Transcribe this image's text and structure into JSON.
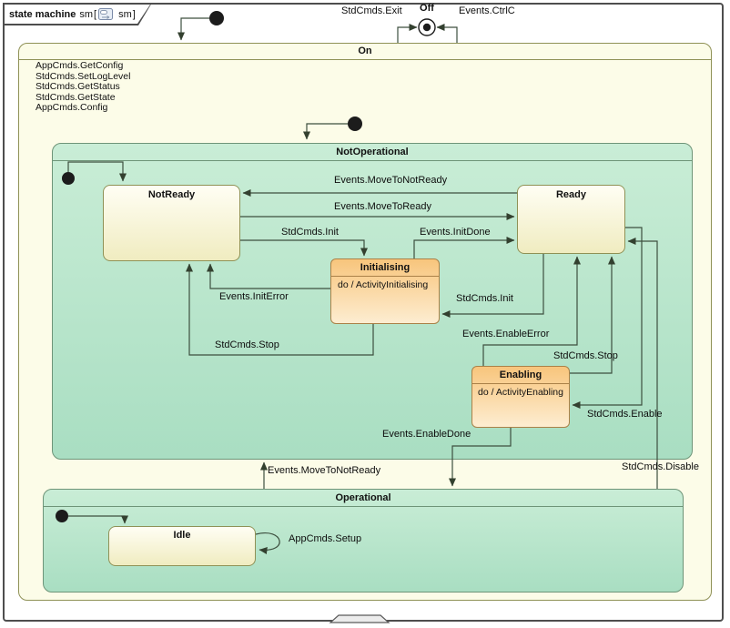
{
  "frame": {
    "type_label": "state machine",
    "name": "sm",
    "bracket_open": "[",
    "diagram_name": "sm",
    "bracket_close": "]"
  },
  "states": {
    "off": {
      "name": "Off"
    },
    "on": {
      "name": "On",
      "internal_transitions": [
        "AppCmds.GetConfig",
        "StdCmds.SetLogLevel",
        "StdCmds.GetStatus",
        "StdCmds.GetState",
        "AppCmds.Config"
      ]
    },
    "not_operational": {
      "name": "NotOperational"
    },
    "not_ready": {
      "name": "NotReady"
    },
    "ready": {
      "name": "Ready"
    },
    "initialising": {
      "name": "Initialising",
      "do_activity": "do / ActivityInitialising"
    },
    "enabling": {
      "name": "Enabling",
      "do_activity": "do / ActivityEnabling"
    },
    "operational": {
      "name": "Operational"
    },
    "idle": {
      "name": "Idle"
    }
  },
  "transitions": [
    {
      "label": "StdCmds.Exit"
    },
    {
      "label": "Events.CtrlC"
    },
    {
      "label": "Events.MoveToNotReady"
    },
    {
      "label": "Events.MoveToReady"
    },
    {
      "label": "StdCmds.Init"
    },
    {
      "label": "Events.InitDone"
    },
    {
      "label": "Events.InitError"
    },
    {
      "label": "StdCmds.Stop"
    },
    {
      "label": "StdCmds.Init"
    },
    {
      "label": "Events.EnableError"
    },
    {
      "label": "StdCmds.Stop"
    },
    {
      "label": "StdCmds.Enable"
    },
    {
      "label": "Events.EnableDone"
    },
    {
      "label": "Events.MoveToNotReady"
    },
    {
      "label": "StdCmds.Disable"
    },
    {
      "label": "AppCmds.Setup"
    }
  ],
  "colors": {
    "on_fill": "#fcfce8",
    "green_top": "#c9edd6",
    "green_bottom": "#a9dec2",
    "green_border": "#6e9478",
    "cream_top": "#fffef4",
    "cream_bottom": "#f0ecc0",
    "cream_border": "#8f9156",
    "orange_top": "#f8c57c",
    "orange_bottom": "#fdedd1",
    "orange_border": "#aa8148",
    "transition_line": "#3d4f3f"
  }
}
